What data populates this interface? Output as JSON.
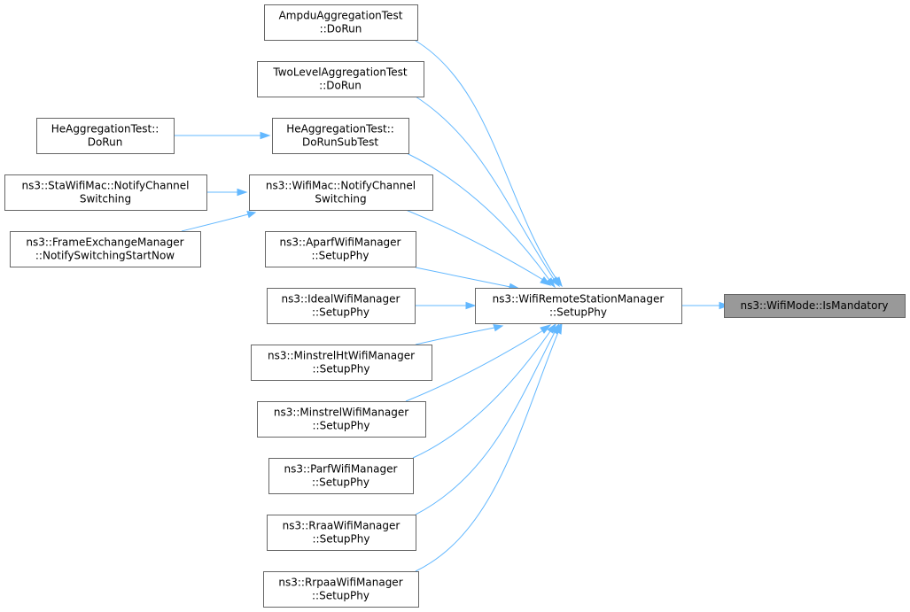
{
  "diagram": {
    "nodes": [
      {
        "id": "n0",
        "lines": [
          "ns3::WifiMode::IsMandatory"
        ],
        "highlight": true
      },
      {
        "id": "n1",
        "lines": [
          "ns3::WifiRemoteStationManager",
          "::SetupPhy"
        ]
      },
      {
        "id": "n2",
        "lines": [
          "AmpduAggregationTest",
          "::DoRun"
        ]
      },
      {
        "id": "n3",
        "lines": [
          "TwoLevelAggregationTest",
          "::DoRun"
        ]
      },
      {
        "id": "n4",
        "lines": [
          "HeAggregationTest::",
          "DoRunSubTest"
        ]
      },
      {
        "id": "n5",
        "lines": [
          "HeAggregationTest::",
          "DoRun"
        ]
      },
      {
        "id": "n6",
        "lines": [
          "ns3::WifiMac::NotifyChannel",
          "Switching"
        ]
      },
      {
        "id": "n7",
        "lines": [
          "ns3::StaWifiMac::NotifyChannel",
          "Switching"
        ]
      },
      {
        "id": "n8",
        "lines": [
          "ns3::FrameExchangeManager",
          "::NotifySwitchingStartNow"
        ]
      },
      {
        "id": "n9",
        "lines": [
          "ns3::AparfWifiManager",
          "::SetupPhy"
        ]
      },
      {
        "id": "n10",
        "lines": [
          "ns3::IdealWifiManager",
          "::SetupPhy"
        ]
      },
      {
        "id": "n11",
        "lines": [
          "ns3::MinstrelHtWifiManager",
          "::SetupPhy"
        ]
      },
      {
        "id": "n12",
        "lines": [
          "ns3::MinstrelWifiManager",
          "::SetupPhy"
        ]
      },
      {
        "id": "n13",
        "lines": [
          "ns3::ParfWifiManager",
          "::SetupPhy"
        ]
      },
      {
        "id": "n14",
        "lines": [
          "ns3::RraaWifiManager",
          "::SetupPhy"
        ]
      },
      {
        "id": "n15",
        "lines": [
          "ns3::RrpaaWifiManager",
          "::SetupPhy"
        ]
      }
    ],
    "edges": [
      {
        "from": "n1",
        "to": "n0"
      },
      {
        "from": "n2",
        "to": "n1"
      },
      {
        "from": "n3",
        "to": "n1"
      },
      {
        "from": "n4",
        "to": "n1"
      },
      {
        "from": "n5",
        "to": "n4"
      },
      {
        "from": "n6",
        "to": "n1"
      },
      {
        "from": "n7",
        "to": "n6"
      },
      {
        "from": "n8",
        "to": "n6"
      },
      {
        "from": "n9",
        "to": "n1"
      },
      {
        "from": "n10",
        "to": "n1"
      },
      {
        "from": "n11",
        "to": "n1"
      },
      {
        "from": "n12",
        "to": "n1"
      },
      {
        "from": "n13",
        "to": "n1"
      },
      {
        "from": "n14",
        "to": "n1"
      },
      {
        "from": "n15",
        "to": "n1"
      }
    ],
    "colors": {
      "edge": "#63b8ff",
      "node_border": "#666666",
      "node_fill": "#ffffff",
      "highlight_fill": "#999999"
    }
  }
}
